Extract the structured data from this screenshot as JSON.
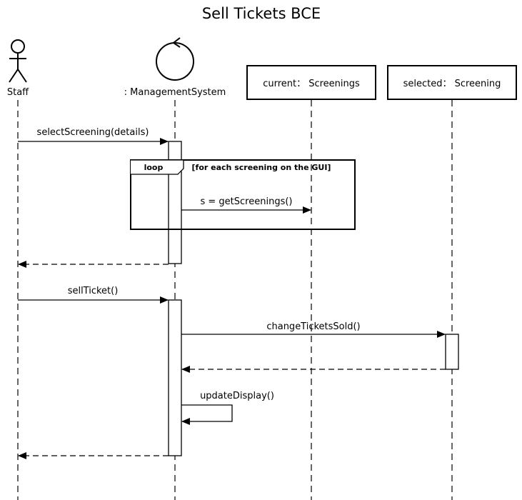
{
  "diagram": {
    "title": "Sell Tickets BCE",
    "participants": {
      "staff": "Staff",
      "management": ": ManagementSystem",
      "current": "current： Screenings",
      "selected": "selected： Screening"
    },
    "fragment": {
      "operator": "loop",
      "guard": "[for each screening on the GUI]"
    },
    "messages": {
      "select_screening": "selectScreening(details)",
      "get_screenings": "s = getScreenings()",
      "sell_ticket": "sellTicket()",
      "change_tickets_sold": "changeTicketsSold()",
      "update_display": "updateDisplay()"
    }
  }
}
